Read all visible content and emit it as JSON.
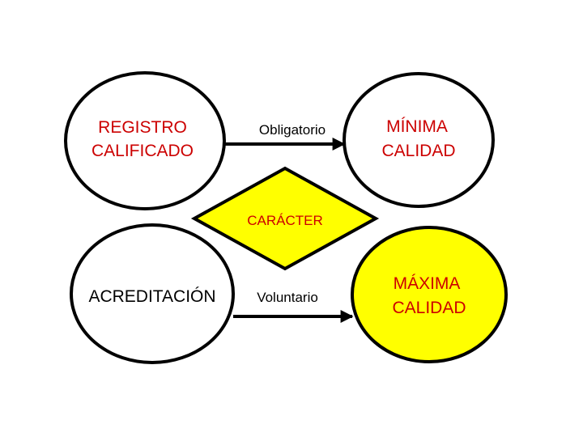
{
  "nodes": {
    "registro": {
      "line1": "REGISTRO",
      "line2": "CALIFICADO",
      "fill": "#ffffff",
      "text_color": "#cc0000"
    },
    "minima": {
      "line1": "MÍNIMA",
      "line2": "CALIDAD",
      "fill": "#ffffff",
      "text_color": "#cc0000"
    },
    "acreditacion": {
      "line1": "ACREDITACIÓN",
      "fill": "#ffffff",
      "text_color": "#000000"
    },
    "maxima": {
      "line1": "MÁXIMA",
      "line2": "CALIDAD",
      "fill": "#ffff00",
      "text_color": "#cc0000"
    }
  },
  "diamond": {
    "label": "CARÁCTER",
    "fill": "#ffff00",
    "text_color": "#cc0000"
  },
  "arrows": {
    "top": {
      "label": "Obligatorio"
    },
    "bottom": {
      "label": "Voluntario"
    }
  },
  "colors": {
    "stroke": "#000000",
    "background": "#ffffff"
  }
}
